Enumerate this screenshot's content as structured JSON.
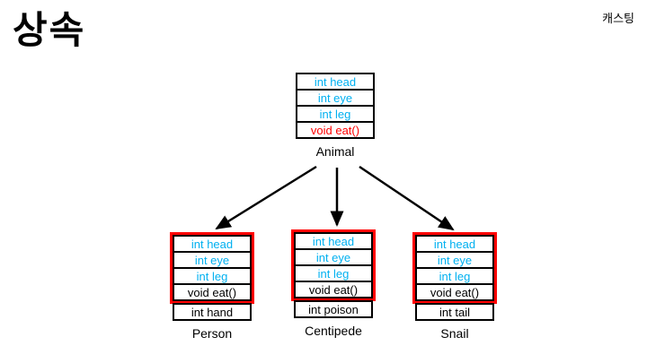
{
  "slide": {
    "title": "상속",
    "corner_note": "캐스팅"
  },
  "colors": {
    "inherited_text": "#00B0F0",
    "override_text": "#FF0000",
    "highlight_border": "#FF0000",
    "box_border": "#000000",
    "arrow": "#000000",
    "background": "#FFFFFF"
  },
  "diagram": {
    "parent": {
      "label": "Animal",
      "rows": [
        {
          "text": "int head"
        },
        {
          "text": "int eye"
        },
        {
          "text": "int leg"
        },
        {
          "text": "void eat()"
        }
      ]
    },
    "children": [
      {
        "label": "Person",
        "rows": [
          {
            "text": "int head"
          },
          {
            "text": "int eye"
          },
          {
            "text": "int leg"
          },
          {
            "text": "void eat()"
          },
          {
            "text": "int hand"
          }
        ]
      },
      {
        "label": "Centipede",
        "rows": [
          {
            "text": "int head"
          },
          {
            "text": "int eye"
          },
          {
            "text": "int leg"
          },
          {
            "text": "void eat()"
          },
          {
            "text": "int poison"
          }
        ]
      },
      {
        "label": "Snail",
        "rows": [
          {
            "text": "int head"
          },
          {
            "text": "int eye"
          },
          {
            "text": "int leg"
          },
          {
            "text": "void eat()"
          },
          {
            "text": "int tail"
          }
        ]
      }
    ],
    "edges": [
      {
        "from": "Animal",
        "to": "Person"
      },
      {
        "from": "Animal",
        "to": "Centipede"
      },
      {
        "from": "Animal",
        "to": "Snail"
      }
    ]
  }
}
